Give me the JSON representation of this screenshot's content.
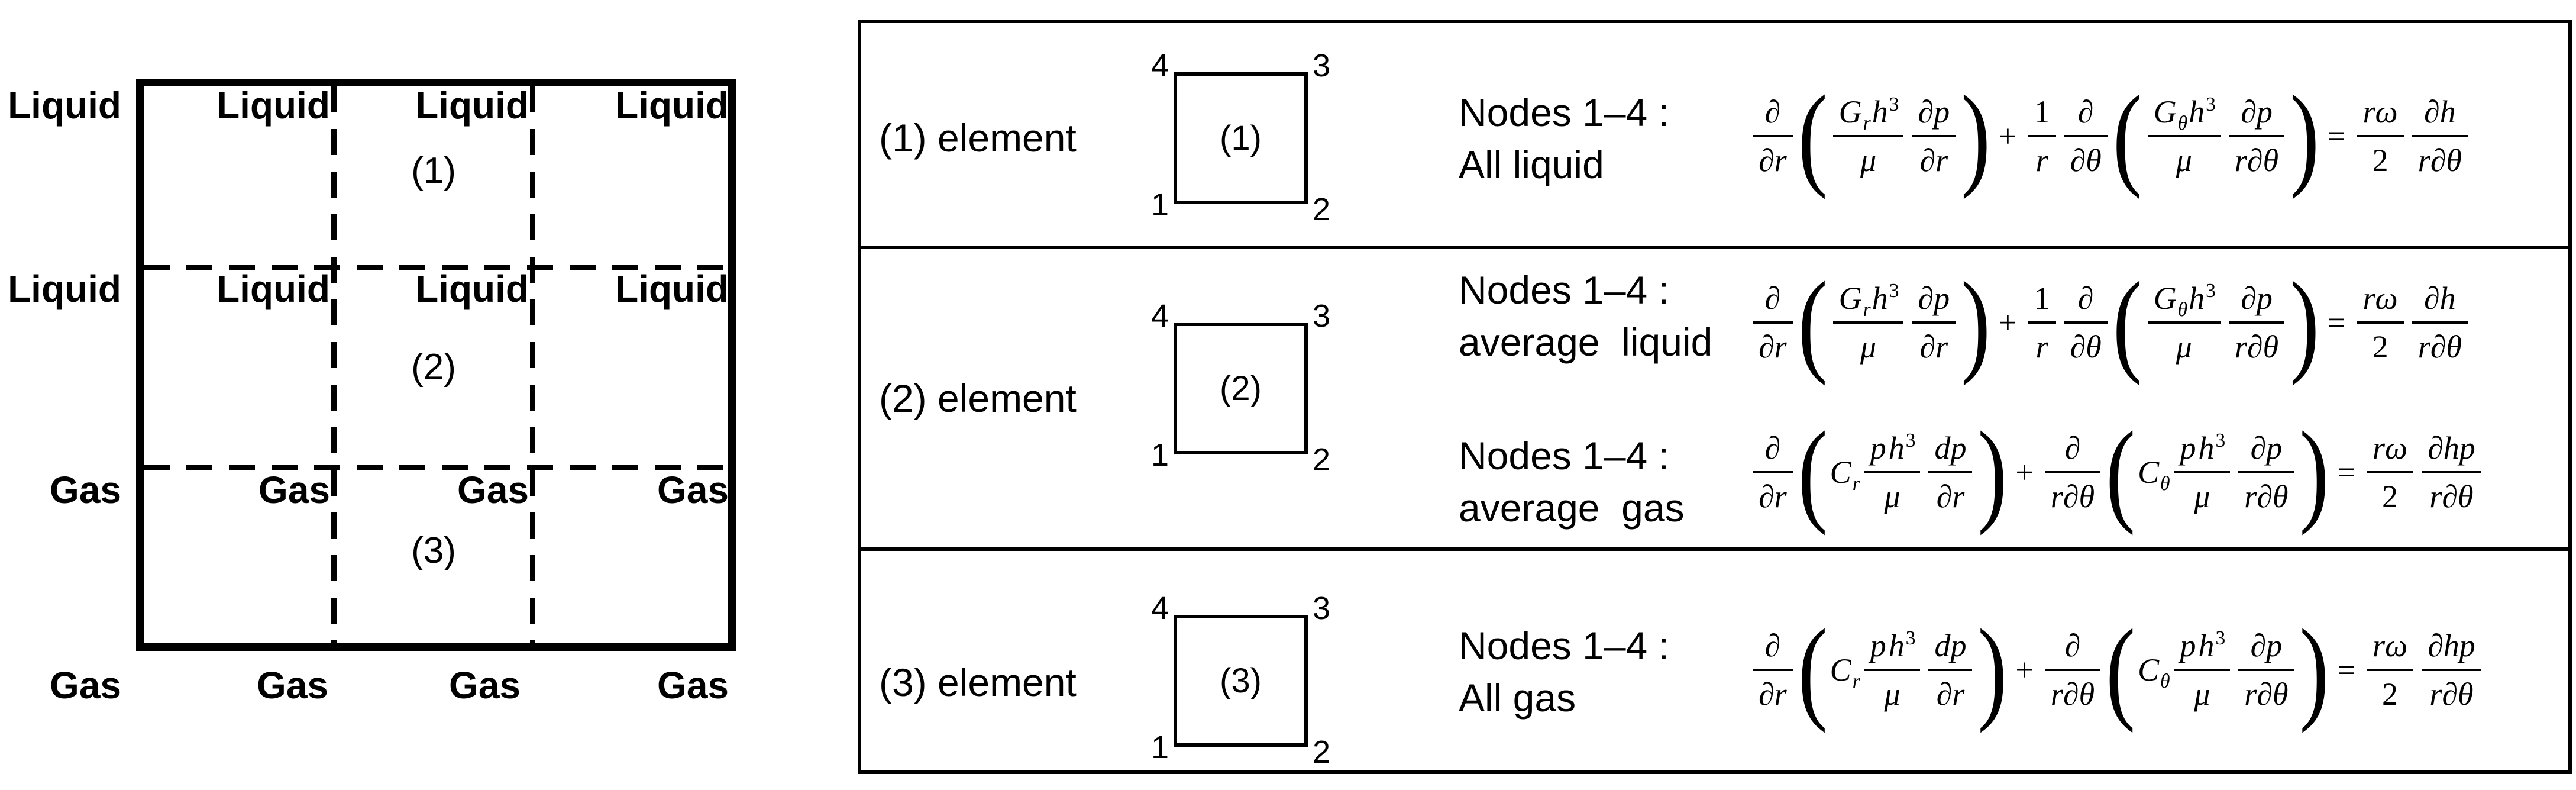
{
  "palette": {
    "ink": "#000000",
    "background": "#ffffff"
  },
  "mesh": {
    "left_labels": [
      "Liquid",
      "Liquid",
      "Gas",
      "Gas"
    ],
    "row1": [
      "Liquid",
      "Liquid",
      "Liquid"
    ],
    "row2": [
      "Liquid",
      "Liquid",
      "Liquid"
    ],
    "row3": [
      "Gas",
      "Gas",
      "Gas"
    ],
    "bottom": [
      "Gas",
      "Gas",
      "Gas"
    ],
    "regions": [
      "(1)",
      "(2)",
      "(3)"
    ]
  },
  "table": {
    "rows": [
      {
        "element_label": "(1) element",
        "element_tag": "(1)",
        "nodes": [
          "4",
          "3",
          "1",
          "2"
        ],
        "blocks": [
          {
            "line1": "Nodes 1–4 :",
            "line2": "All liquid",
            "eq": "liquid"
          }
        ]
      },
      {
        "element_label": "(2) element",
        "element_tag": "(2)",
        "nodes": [
          "4",
          "3",
          "1",
          "2"
        ],
        "blocks": [
          {
            "line1": "Nodes 1–4 :",
            "line2": "average  liquid",
            "eq": "liquid"
          },
          {
            "line1": "Nodes 1–4 :",
            "line2": "average  gas",
            "eq": "gas"
          }
        ]
      },
      {
        "element_label": "(3) element",
        "element_tag": "(3)",
        "nodes": [
          "4",
          "3",
          "1",
          "2"
        ],
        "blocks": [
          {
            "line1": "Nodes 1–4 :",
            "line2": "All gas",
            "eq": "gas"
          }
        ]
      }
    ],
    "equations": {
      "liquid": [
        [
          "f",
          [
            [
              "v",
              "∂"
            ]
          ],
          [
            [
              "v",
              "∂r"
            ]
          ]
        ],
        [
          "p",
          "("
        ],
        [
          "f",
          [
            [
              "vs",
              "G",
              "r"
            ],
            [
              "vp",
              "h",
              "3"
            ]
          ],
          [
            [
              "v",
              "μ"
            ]
          ]
        ],
        [
          "f",
          [
            [
              "v",
              "∂p"
            ]
          ],
          [
            [
              "v",
              "∂r"
            ]
          ]
        ],
        [
          "p",
          ")"
        ],
        [
          "t",
          "+"
        ],
        [
          "f",
          [
            [
              "r",
              "1"
            ]
          ],
          [
            [
              "v",
              "r"
            ]
          ]
        ],
        [
          "f",
          [
            [
              "v",
              "∂"
            ]
          ],
          [
            [
              "v",
              "∂θ"
            ]
          ]
        ],
        [
          "p",
          "("
        ],
        [
          "f",
          [
            [
              "vs",
              "G",
              "θ"
            ],
            [
              "vp",
              "h",
              "3"
            ]
          ],
          [
            [
              "v",
              "μ"
            ]
          ]
        ],
        [
          "f",
          [
            [
              "v",
              "∂p"
            ]
          ],
          [
            [
              "v",
              "r∂θ"
            ]
          ]
        ],
        [
          "p",
          ")"
        ],
        [
          "t",
          "="
        ],
        [
          "f",
          [
            [
              "v",
              "rω"
            ]
          ],
          [
            [
              "r",
              "2"
            ]
          ]
        ],
        [
          "f",
          [
            [
              "v",
              "∂h"
            ]
          ],
          [
            [
              "v",
              "r∂θ"
            ]
          ]
        ]
      ],
      "gas": [
        [
          "f",
          [
            [
              "v",
              "∂"
            ]
          ],
          [
            [
              "v",
              "∂r"
            ]
          ]
        ],
        [
          "p",
          "("
        ],
        [
          "vs",
          "C",
          "r"
        ],
        [
          "f",
          [
            [
              "v",
              "p"
            ],
            [
              "vp",
              "h",
              "3"
            ]
          ],
          [
            [
              "v",
              "μ"
            ]
          ]
        ],
        [
          "f",
          [
            [
              "v",
              "dp"
            ]
          ],
          [
            [
              "v",
              "∂r"
            ]
          ]
        ],
        [
          "p",
          ")"
        ],
        [
          "t",
          "+"
        ],
        [
          "f",
          [
            [
              "v",
              "∂"
            ]
          ],
          [
            [
              "v",
              "r∂θ"
            ]
          ]
        ],
        [
          "p",
          "("
        ],
        [
          "vs",
          "C",
          "θ"
        ],
        [
          "f",
          [
            [
              "v",
              "p"
            ],
            [
              "vp",
              "h",
              "3"
            ]
          ],
          [
            [
              "v",
              "μ"
            ]
          ]
        ],
        [
          "f",
          [
            [
              "v",
              "∂p"
            ]
          ],
          [
            [
              "v",
              "r∂θ"
            ]
          ]
        ],
        [
          "p",
          ")"
        ],
        [
          "t",
          "="
        ],
        [
          "f",
          [
            [
              "v",
              "rω"
            ]
          ],
          [
            [
              "r",
              "2"
            ]
          ]
        ],
        [
          "f",
          [
            [
              "v",
              "∂hp"
            ]
          ],
          [
            [
              "v",
              "r∂θ"
            ]
          ]
        ]
      ]
    }
  }
}
